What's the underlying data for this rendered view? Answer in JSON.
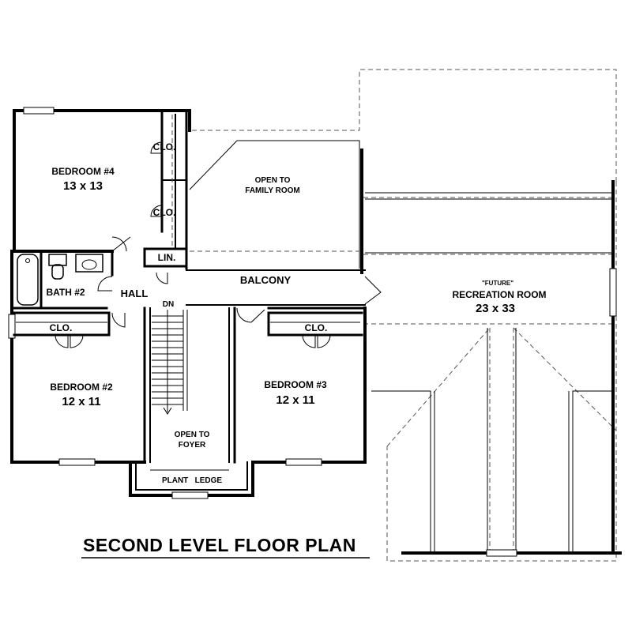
{
  "plan": {
    "title": "SECOND LEVEL FLOOR PLAN",
    "rooms": {
      "bedroom4": {
        "name": "BEDROOM #4",
        "size": "13 x 13"
      },
      "bedroom2": {
        "name": "BEDROOM #2",
        "size": "12 x 11"
      },
      "bedroom3": {
        "name": "BEDROOM #3",
        "size": "12 x 11"
      },
      "recreation": {
        "note": "\"FUTURE\"",
        "name": "RECREATION ROOM",
        "size": "23 x 33"
      },
      "bath2": "BATH #2",
      "hall": "HALL",
      "balcony": "BALCONY",
      "linen": "LIN.",
      "closet": "CLO.",
      "stairs_down": "DN",
      "open_family_1": "OPEN TO",
      "open_family_2": "FAMILY ROOM",
      "open_foyer_1": "OPEN TO",
      "open_foyer_2": "FOYER",
      "plant_ledge": "PLANT   LEDGE"
    }
  }
}
